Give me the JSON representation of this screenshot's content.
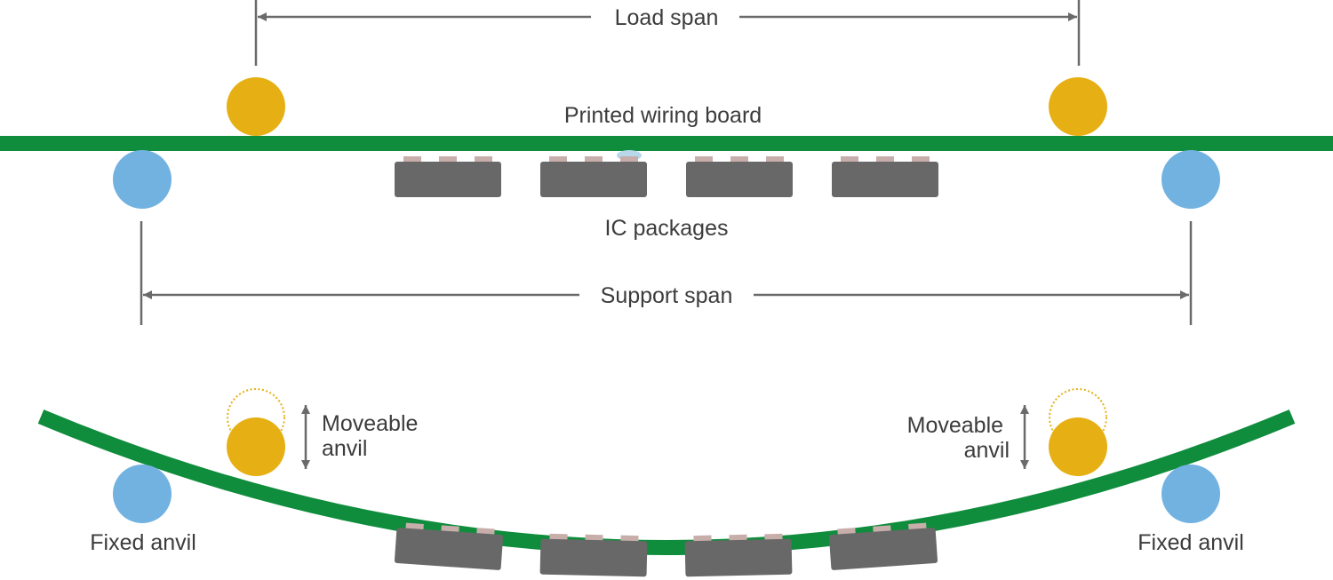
{
  "labels": {
    "load_span": "Load span",
    "board": "Printed wiring board",
    "ic_packages": "IC packages",
    "support_span": "Support span",
    "moveable_anvil_left": [
      "Moveable",
      "anvil"
    ],
    "moveable_anvil_right": [
      "Moveable",
      "anvil"
    ],
    "fixed_anvil_left": "Fixed anvil",
    "fixed_anvil_right": "Fixed anvil"
  },
  "colors": {
    "board": "#0f8c3c",
    "load_anvil": "#e6b014",
    "support_anvil": "#72b2e0",
    "ic_body": "#686868",
    "ic_lead": "#c7aeab",
    "dimension_line": "#6a6a6a",
    "text": "#3c3c3c"
  }
}
